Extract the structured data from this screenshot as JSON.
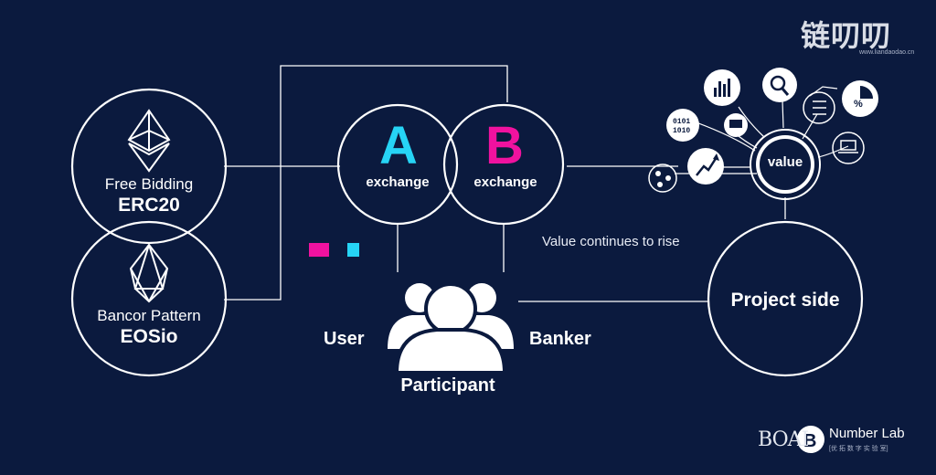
{
  "watermark": {
    "cn": "链叨叨",
    "url": "www.liandaodao.cn"
  },
  "nodes": {
    "erc20": {
      "subtitle": "Free Bidding",
      "title": "ERC20"
    },
    "eosio": {
      "subtitle": "Bancor Pattern",
      "title": "EOSio"
    },
    "exchange_a": {
      "letter": "A",
      "label": "exchange"
    },
    "exchange_b": {
      "letter": "B",
      "label": "exchange"
    },
    "value": {
      "label": "value"
    },
    "project": {
      "label": "Project side"
    }
  },
  "participant": {
    "left_label": "User",
    "right_label": "Banker",
    "bottom_label": "Participant"
  },
  "annotation": "Value continues to rise",
  "brand": {
    "logo_text": "BOAI",
    "name": "Number Lab",
    "tagline": "[优 拓 数 字 实 验 室]"
  },
  "colors": {
    "background": "#0b1a3e",
    "accent_a": "#26d4f5",
    "accent_b": "#f0129f",
    "line": "#ffffff"
  }
}
